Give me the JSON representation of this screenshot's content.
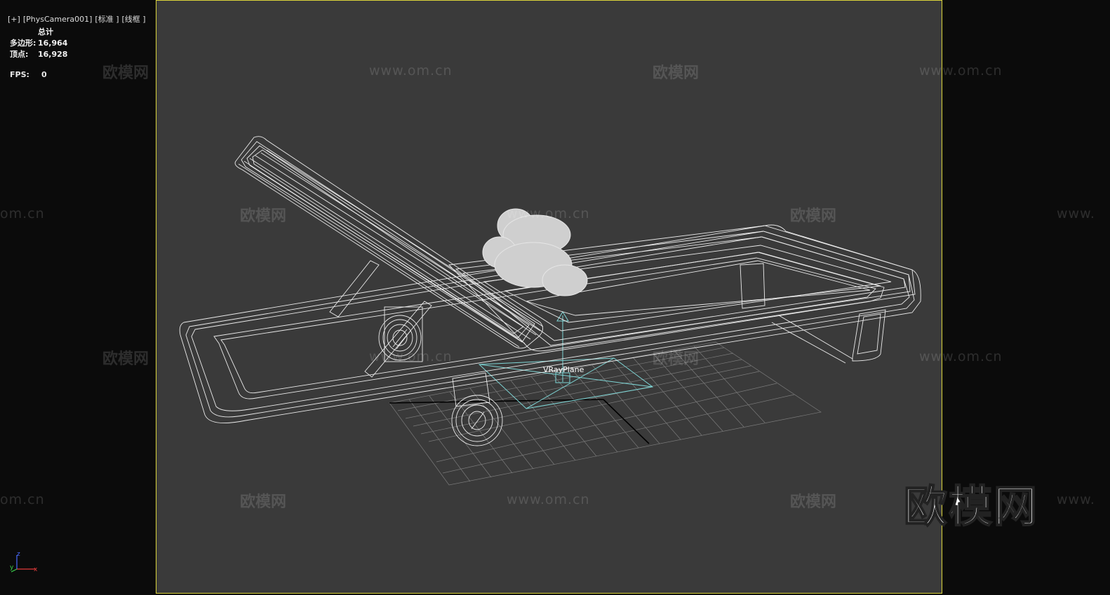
{
  "viewport": {
    "plus": "[+]",
    "camera": "[PhysCamera001]",
    "shading": "[标准 ]",
    "mode": "[线框 ]"
  },
  "stats": {
    "total_label": "总计",
    "poly_label": "多边形:",
    "poly_value": "16,964",
    "vert_label": "顶点:",
    "vert_value": "16,928",
    "fps_label": "FPS:",
    "fps_value": "0"
  },
  "scene": {
    "object_label": "VRayPlane"
  },
  "watermarks": {
    "cn": "欧模网",
    "url": "www.om.cn",
    "url_partial_left": "om.cn",
    "url_partial_right": "www."
  },
  "logo": "欧模网",
  "axis": {
    "z": "z",
    "x": "x",
    "y": "y"
  },
  "colors": {
    "frame_border": "#d9d23a",
    "viewport_bg": "#3a3a3a",
    "wire": "#ffffff",
    "plane": "#7fd6d6"
  }
}
